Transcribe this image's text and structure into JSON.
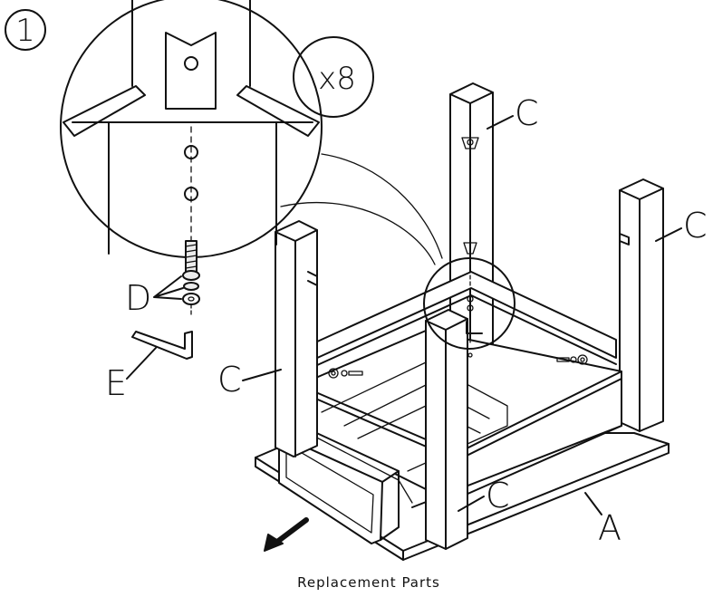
{
  "step": {
    "number": "1"
  },
  "callout": {
    "quantity": "x8"
  },
  "labels": {
    "leg_top": "C",
    "leg_right": "C",
    "leg_left": "C",
    "leg_front": "C",
    "base": "A",
    "bolt_washer": "D",
    "allen_key": "E"
  },
  "caption": "Replacement Parts",
  "colors": {
    "line": "#111111",
    "fill": "#ffffff",
    "shade": "#ececec"
  }
}
